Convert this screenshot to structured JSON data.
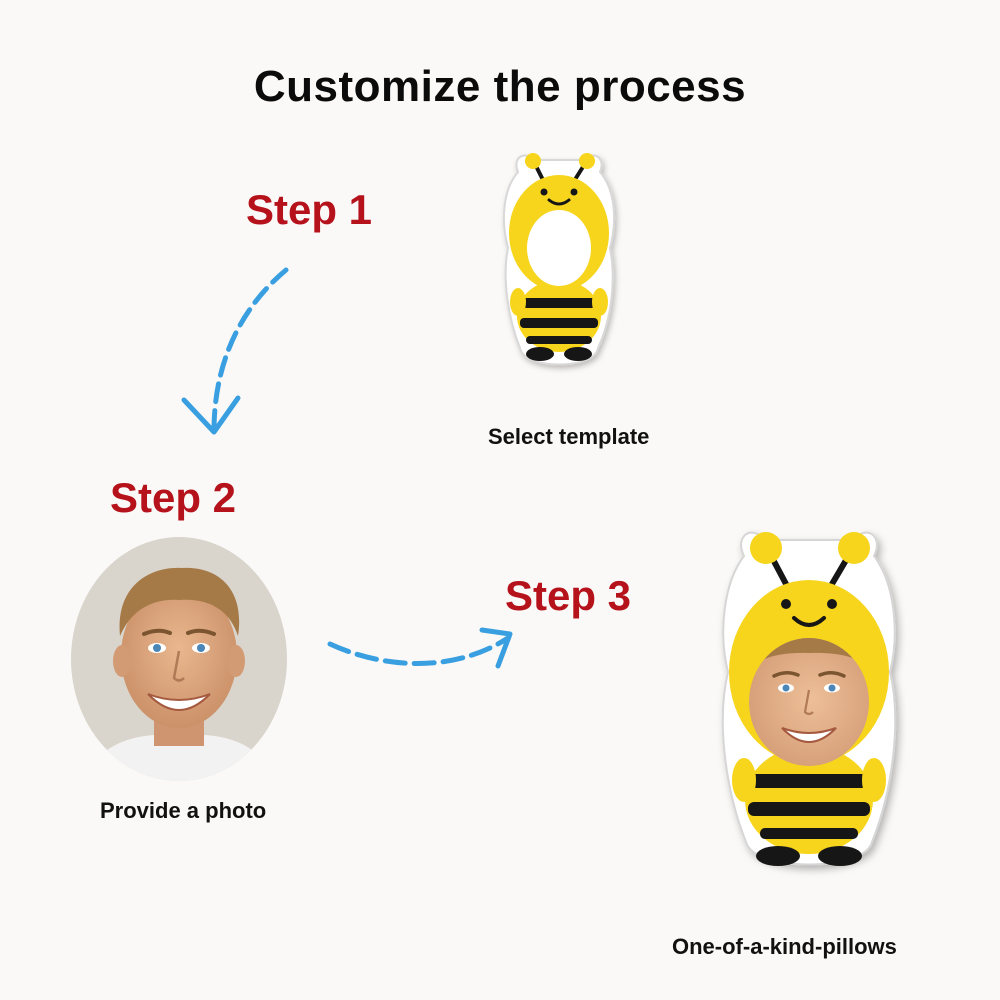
{
  "title": "Customize the process",
  "steps": {
    "step1": "Step 1",
    "step2": "Step 2",
    "step3": "Step 3"
  },
  "captions": {
    "template": "Select template",
    "photo": "Provide a photo",
    "result": "One-of-a-kind-pillows"
  },
  "colors": {
    "step_red": "#b5121b",
    "arrow_blue": "#3a9fe0",
    "bee_yellow": "#f7d51c",
    "bee_black": "#161616"
  },
  "icons": {
    "template_pillow": "bee-template-pillow-icon",
    "photo": "portrait-photo",
    "finished_pillow": "bee-finished-pillow-icon",
    "arrow_1": "curved-dashed-arrow-down-icon",
    "arrow_2": "curved-dashed-arrow-right-icon"
  }
}
